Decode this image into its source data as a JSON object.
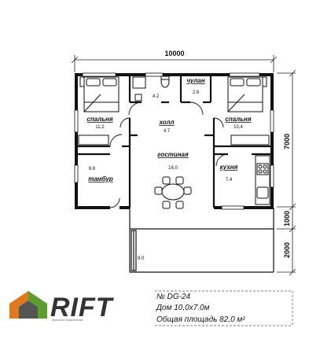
{
  "dimensions": {
    "total_width": "10000",
    "right_depth": "7000",
    "right_mid": "1000",
    "right_bottom": "2000"
  },
  "rooms": {
    "bath_area": "4.2",
    "pantry_name": "чулан",
    "pantry_area": "2.6",
    "bedroom_left_name": "спальня",
    "bedroom_left_area": "11,2",
    "hall_name": "холл",
    "hall_area": "4.7",
    "bedroom_right_name": "спальня",
    "bedroom_right_area": "10,4",
    "living_name": "гостиная",
    "living_area": "16,0",
    "vestibule_area": "6.6",
    "vestibule_name": "тамбур",
    "kitchen_name": "кухня",
    "kitchen_area": "7.4",
    "terrace_area": "8.0"
  },
  "logo": {
    "word": "RIFT",
    "tagline": "проектно-строительная",
    "colors": {
      "green": "#5d9c2e",
      "orange": "#e07a1f",
      "gray": "#555555"
    }
  },
  "caption": {
    "number": "№ DG-24",
    "house": "Дом 10,0х7.0м",
    "area": "Общая площадь 82,0 м²"
  }
}
